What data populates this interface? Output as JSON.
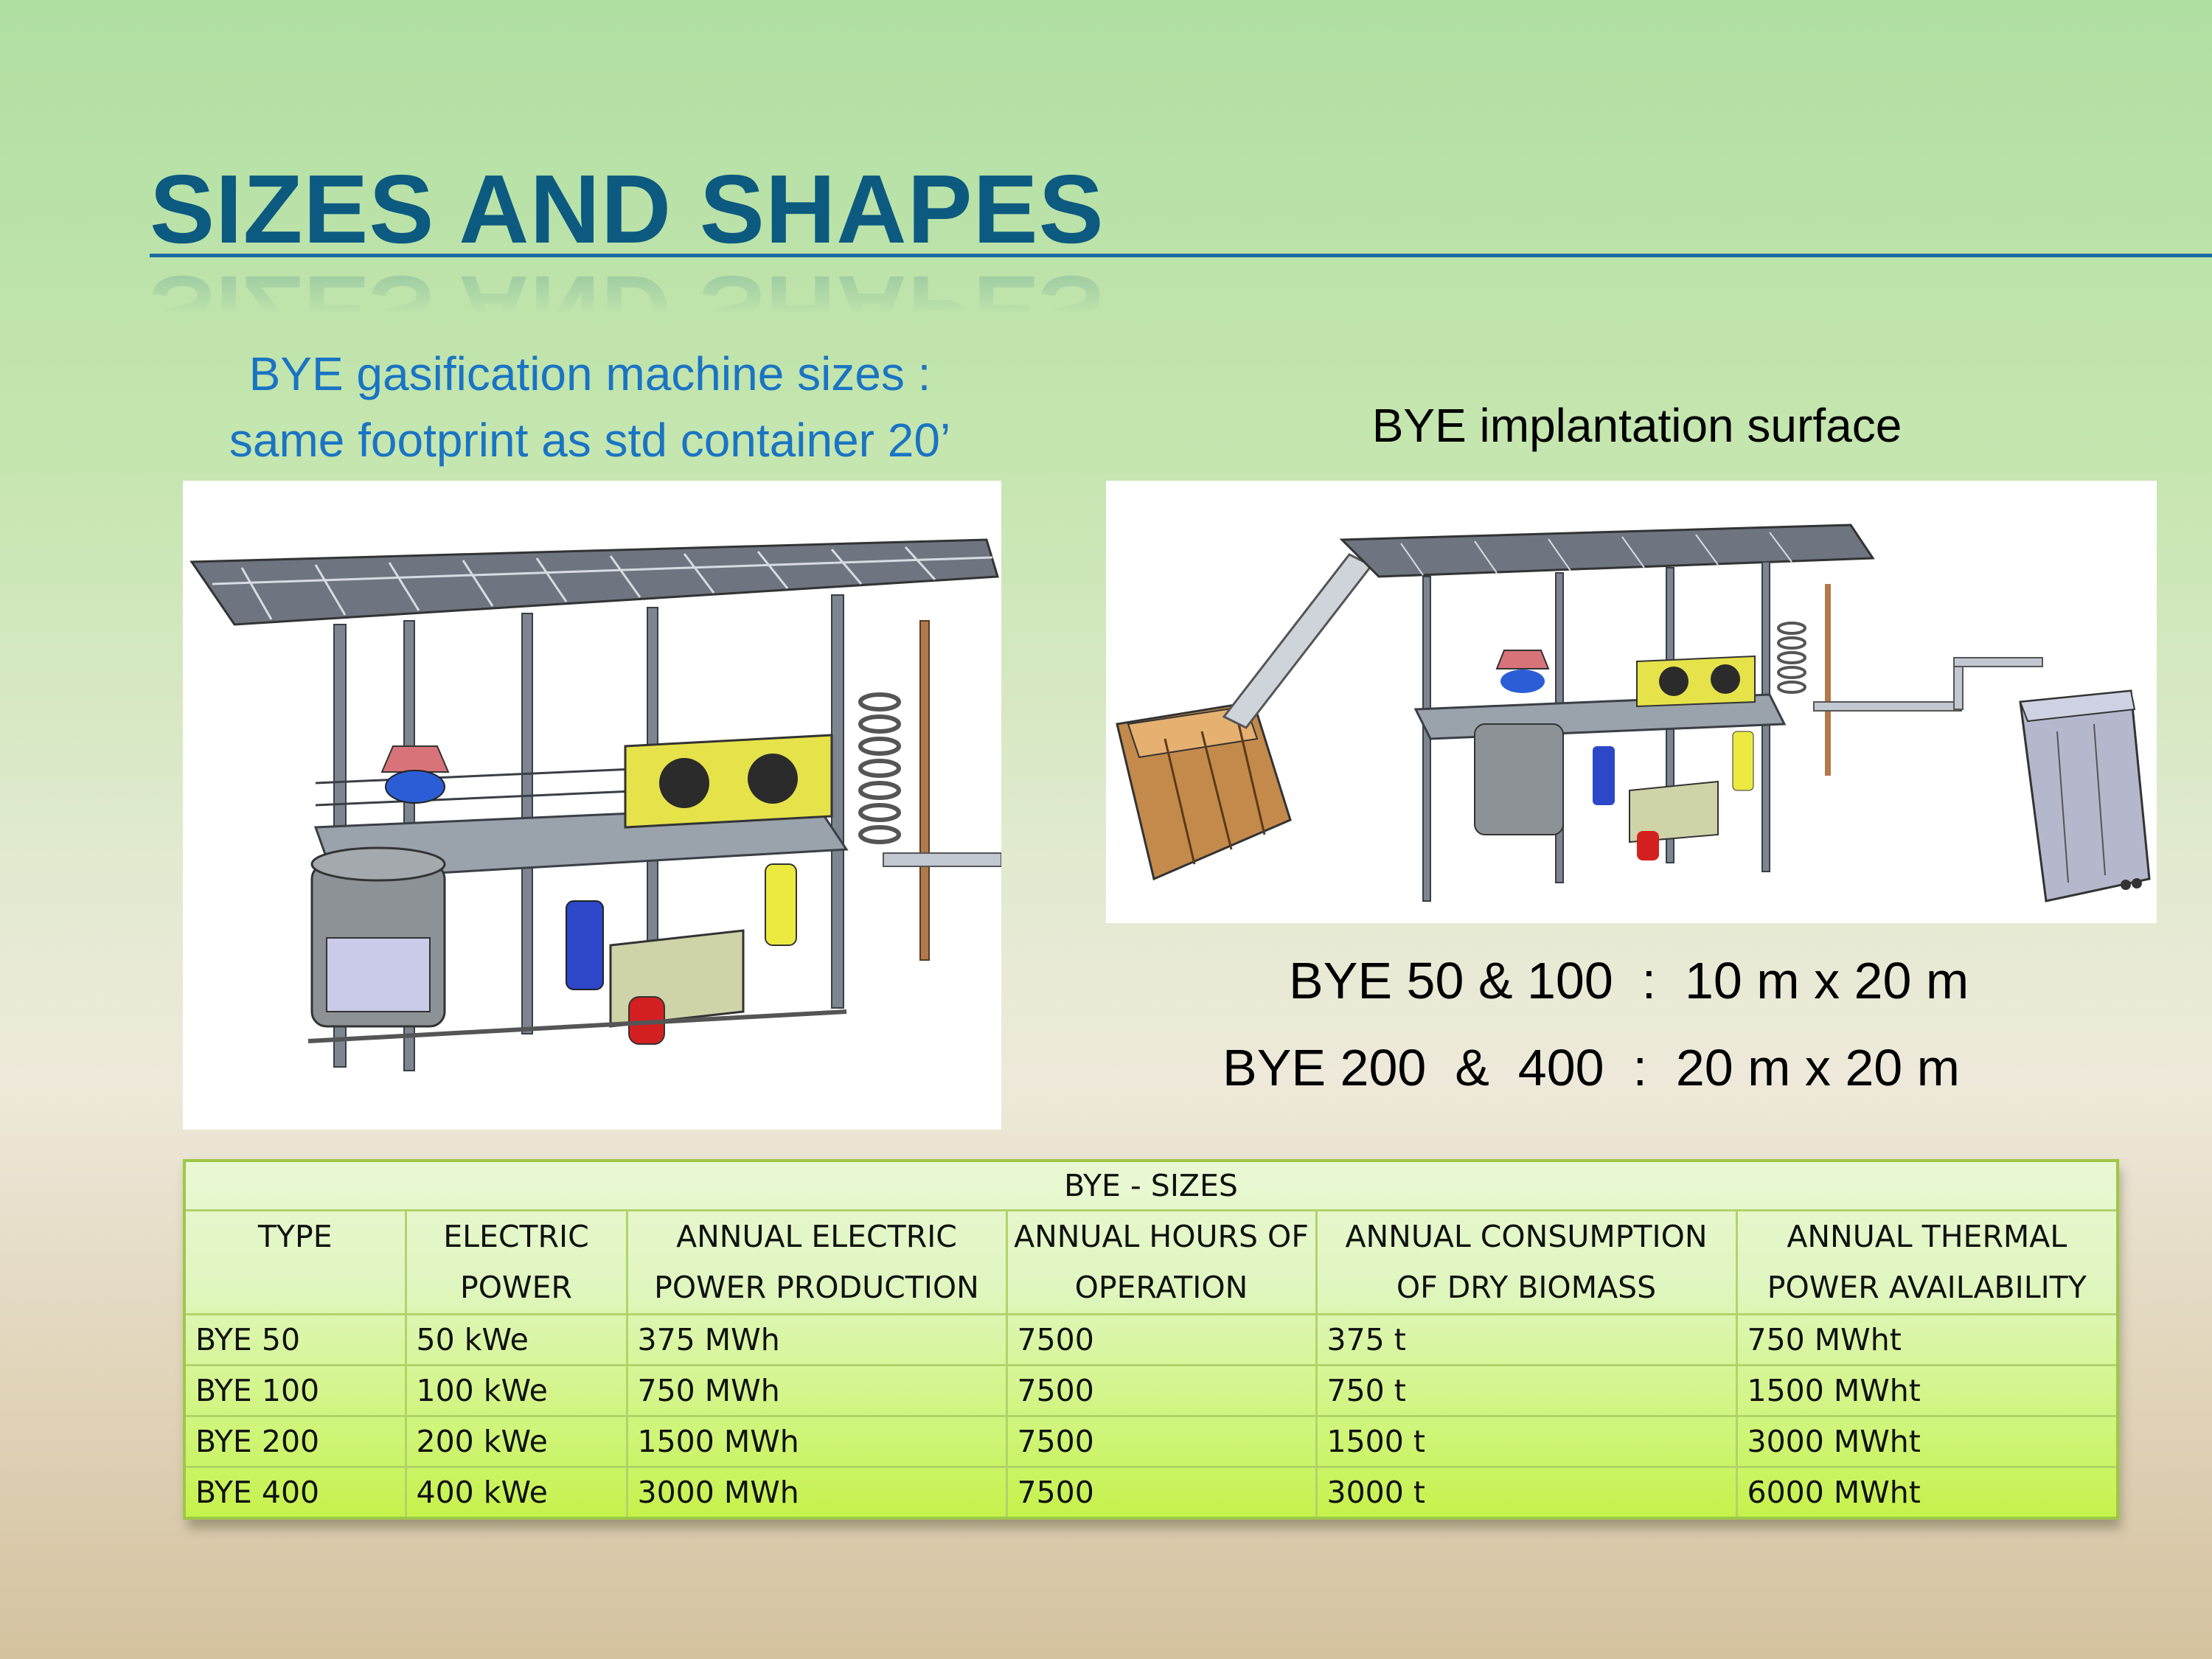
{
  "slide": {
    "title": "SIZES AND SHAPES",
    "left_heading_line1": "BYE gasification machine sizes :",
    "left_heading_line2": "same footprint as std container 20’",
    "right_heading": "BYE implantation surface",
    "dimension_line1": "BYE 50 & 100  :  10 m x 20 m",
    "dimension_line2": "BYE 200  &  400  :  20 m x 20 m"
  },
  "table": {
    "caption": "BYE - SIZES",
    "headers": [
      "TYPE",
      "ELECTRIC POWER",
      "ANNUAL ELECTRIC POWER PRODUCTION",
      "ANNUAL HOURS OF OPERATION",
      "ANNUAL CONSUMPTION OF DRY BIOMASS",
      "ANNUAL THERMAL POWER AVAILABILITY"
    ],
    "rows": [
      [
        "BYE 50",
        "50 kWe",
        "375 MWh",
        "7500",
        "375 t",
        "750 MWht"
      ],
      [
        "BYE 100",
        "100 kWe",
        "750 MWh",
        "7500",
        "750 t",
        "1500 MWht"
      ],
      [
        "BYE 200",
        "200 kWe",
        "1500 MWh",
        "7500",
        "1500 t",
        "3000 MWht"
      ],
      [
        "BYE 400",
        "400 kWe",
        "3000 MWh",
        "7500",
        "3000 t",
        "6000 MWht"
      ]
    ]
  },
  "colors": {
    "title": "#0c5a80",
    "left_heading": "#1a74c4",
    "table_border": "#9ec748"
  }
}
